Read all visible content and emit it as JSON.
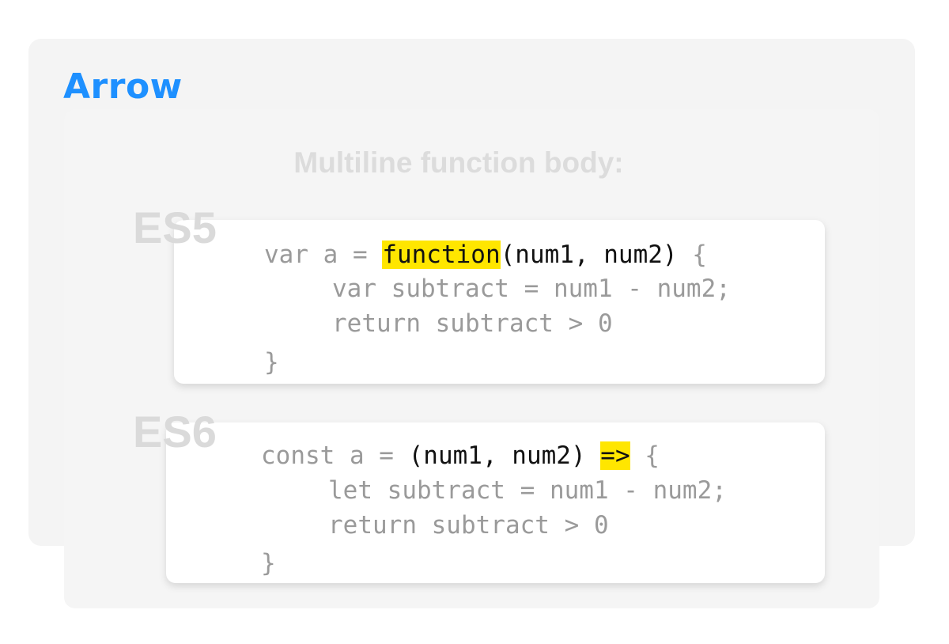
{
  "title": "Arrow",
  "subtitle": "Multiline function body:",
  "es5": {
    "label": "ES5",
    "line1": {
      "pre": "var a = ",
      "keyword": "function",
      "params": "(num1, num2)",
      "post": " {"
    },
    "line2": "var subtract = num1 - num2;",
    "line3": "return subtract > 0",
    "line4": "}"
  },
  "es6": {
    "label": "ES6",
    "line1": {
      "pre": "const a = ",
      "params": "(num1, num2)",
      "arrow": "=>",
      "post": " {"
    },
    "line2": "let subtract = num1 - num2;",
    "line3": "return subtract > 0",
    "line4": "}"
  },
  "colors": {
    "title": "#1e90ff",
    "highlight": "#ffe600",
    "code_muted": "#9a9a9a",
    "code_dark": "#111111"
  }
}
